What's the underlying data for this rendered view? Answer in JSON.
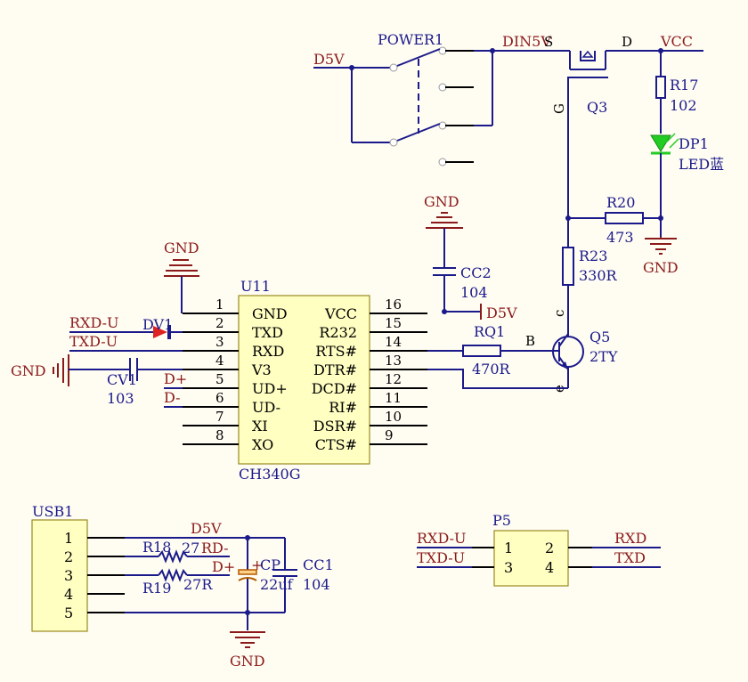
{
  "colors": {
    "background": "#fffcf2",
    "wire": "#1a1a8a",
    "net_label": "#8b1a1a",
    "component_body": "#ffffc2",
    "led": "#22cc22",
    "diode": "#dd2222"
  },
  "power_switch": {
    "ref": "POWER1",
    "net_in": "D5V",
    "net_out": "DIN5V"
  },
  "mosfet": {
    "ref": "Q3",
    "source": "S",
    "drain": "D",
    "gate": "G"
  },
  "vcc": "VCC",
  "r17": {
    "ref": "R17",
    "value": "102"
  },
  "led": {
    "ref": "DP1",
    "value": "LED蓝"
  },
  "r20": {
    "ref": "R20",
    "value": "473"
  },
  "r23": {
    "ref": "R23",
    "value": "330R"
  },
  "gnd_labels": [
    "GND",
    "GND",
    "GND",
    "GND",
    "GND"
  ],
  "transistor": {
    "ref": "Q5",
    "value": "2TY",
    "base": "B",
    "collector": "c",
    "emitter": "e"
  },
  "rq1": {
    "ref": "RQ1",
    "value": "470R"
  },
  "cc2": {
    "ref": "CC2",
    "value": "104"
  },
  "d5v_label": "D5V",
  "ch340": {
    "ref": "U11",
    "part": "CH340G",
    "left_pins": [
      {
        "num": "1",
        "name": "GND"
      },
      {
        "num": "2",
        "name": "TXD"
      },
      {
        "num": "3",
        "name": "RXD"
      },
      {
        "num": "4",
        "name": "V3"
      },
      {
        "num": "5",
        "name": "UD+"
      },
      {
        "num": "6",
        "name": "UD-"
      },
      {
        "num": "7",
        "name": "XI"
      },
      {
        "num": "8",
        "name": "XO"
      }
    ],
    "right_pins": [
      {
        "num": "16",
        "name": "VCC"
      },
      {
        "num": "15",
        "name": "R232"
      },
      {
        "num": "14",
        "name": "RTS#"
      },
      {
        "num": "13",
        "name": "DTR#"
      },
      {
        "num": "12",
        "name": "DCD#"
      },
      {
        "num": "11",
        "name": "RI#"
      },
      {
        "num": "10",
        "name": "DSR#"
      },
      {
        "num": "9",
        "name": "CTS#"
      }
    ]
  },
  "left_nets": {
    "rxd_u": "RXD-U",
    "txd_u": "TXD-U",
    "gnd": "GND",
    "dp": "D+",
    "dm": "D-"
  },
  "dv1": {
    "ref": "DV1"
  },
  "cv1": {
    "ref": "CV1",
    "value": "103"
  },
  "usb": {
    "ref": "USB1",
    "pins": [
      "1",
      "2",
      "3",
      "4",
      "5"
    ],
    "d5v": "D5V",
    "rd_minus": "RD-",
    "d_plus": "D+"
  },
  "r18": {
    "ref": "R18",
    "value": "27"
  },
  "r19": {
    "ref": "R19",
    "value": "27R"
  },
  "cp": {
    "ref": "CP",
    "value": "22uf",
    "plus": "+"
  },
  "cc1": {
    "ref": "CC1",
    "value": "104"
  },
  "p5": {
    "ref": "P5",
    "pins": [
      "1",
      "2",
      "3",
      "4"
    ],
    "nets": [
      "RXD-U",
      "TXD-U",
      "RXD",
      "TXD"
    ]
  }
}
